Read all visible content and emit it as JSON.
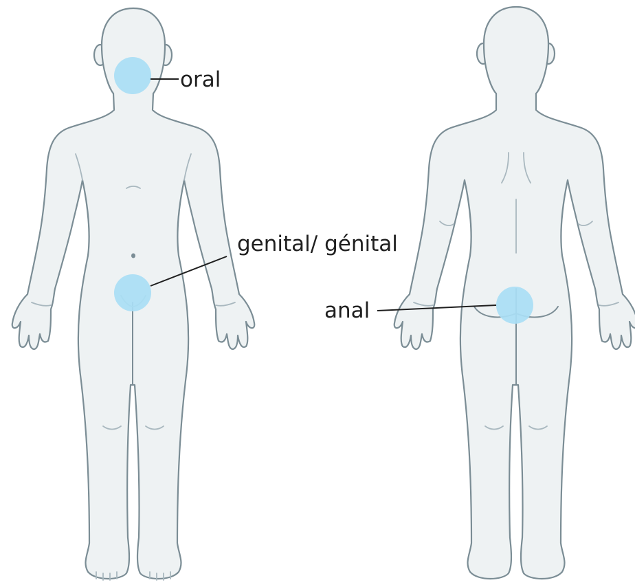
{
  "labels": {
    "oral": "oral",
    "genital": "genital/ génital",
    "anal": "anal"
  },
  "colors": {
    "skin_fill": "#eef2f3",
    "outline": "#7b8d95",
    "highlight_zone": "#a9def5",
    "leader_line": "#1f1f1f",
    "text": "#1f1f1f"
  },
  "figures": {
    "front": "front-view-figure",
    "back": "back-view-figure"
  }
}
